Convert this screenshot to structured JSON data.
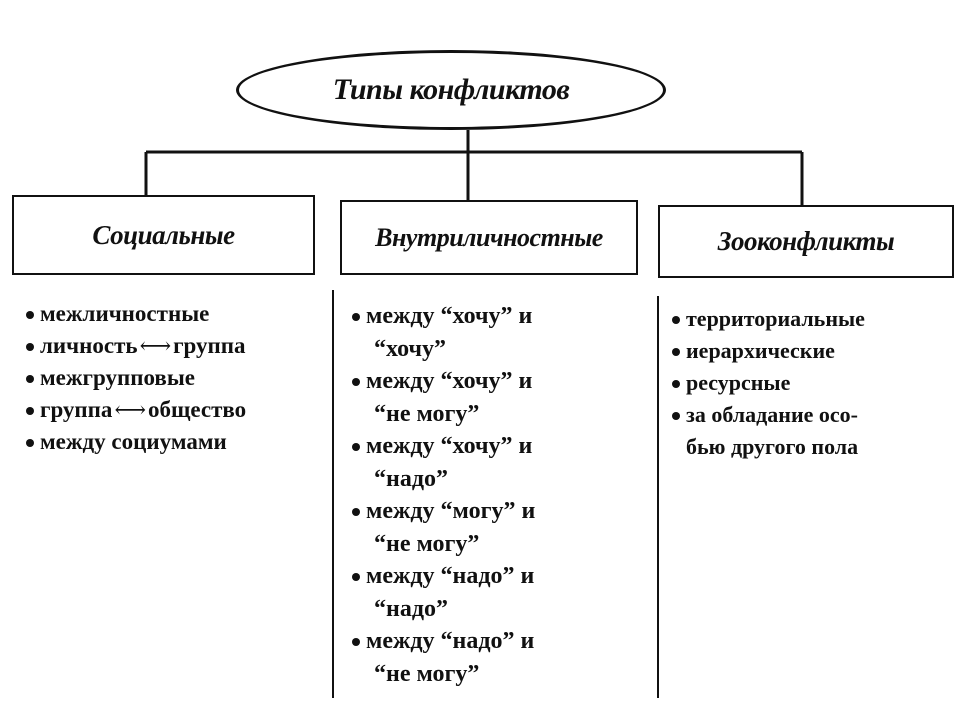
{
  "diagram": {
    "title": "Типы конфликтов",
    "columns": [
      {
        "heading": "Социальные",
        "items": [
          {
            "text": "межличностные"
          },
          {
            "left": "личность",
            "arrow": "⟷",
            "right": "группа"
          },
          {
            "text": "межгрупповые"
          },
          {
            "left": "группа",
            "arrow": "⟷",
            "right": "общество"
          },
          {
            "text": "между социумами"
          }
        ]
      },
      {
        "heading": "Внутриличностные",
        "items": [
          {
            "line1": "между “хочу” и",
            "line2": "“хочу”"
          },
          {
            "line1": "между “хочу” и",
            "line2": "“не могу”"
          },
          {
            "line1": "между “хочу” и",
            "line2": "“надо”"
          },
          {
            "line1": "между “могу” и",
            "line2": "“не могу”"
          },
          {
            "line1": "между “надо” и",
            "line2": "“надо”"
          },
          {
            "line1": "между “надо” и",
            "line2": "“не могу”"
          }
        ]
      },
      {
        "heading": "Зооконфликты",
        "items": [
          {
            "text": "территориальные"
          },
          {
            "text": "иерархические"
          },
          {
            "text": "ресурсные"
          },
          {
            "line1": "за обладание осо-",
            "line2": "бью другого пола"
          }
        ]
      }
    ]
  }
}
